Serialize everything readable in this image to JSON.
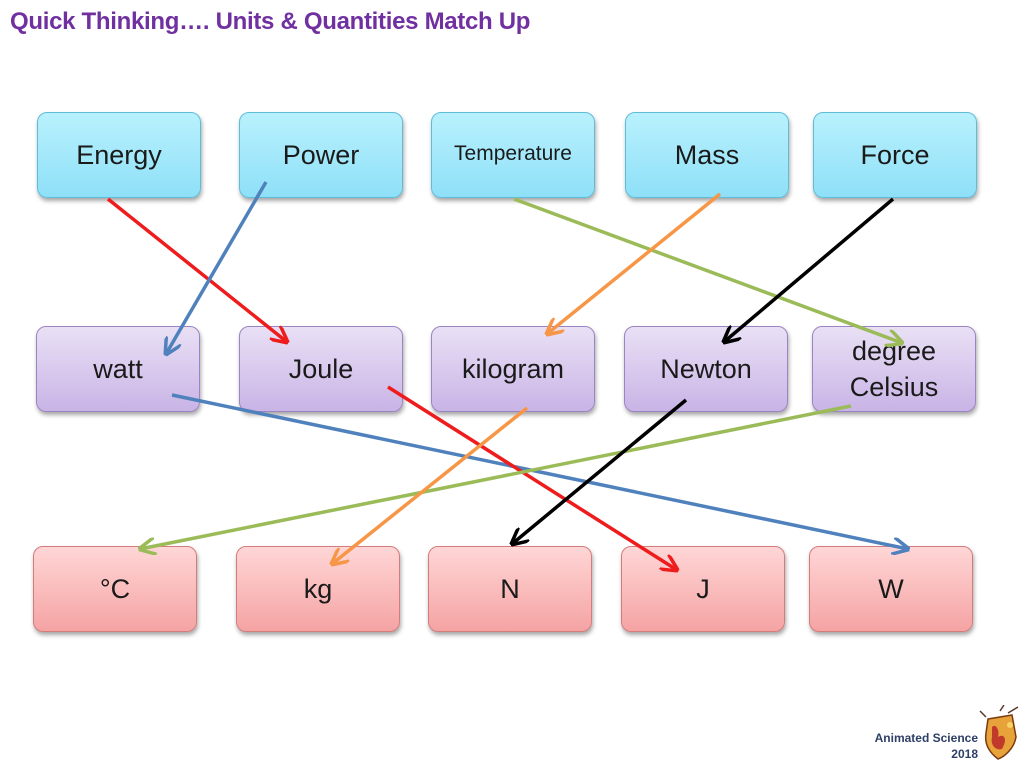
{
  "title": "Quick Thinking…. Units & Quantities Match Up",
  "quantities": [
    "Energy",
    "Power",
    "Temperature",
    "Mass",
    "Force"
  ],
  "units": [
    "watt",
    "Joule",
    "kilogram",
    "Newton",
    "degree Celsius"
  ],
  "symbols": [
    "°C",
    "kg",
    "N",
    "J",
    "W"
  ],
  "colors": {
    "red": "#ee1c1c",
    "blue": "#4f81bd",
    "green": "#9bbb59",
    "orange": "#f79646",
    "black": "#000000"
  },
  "matches": [
    {
      "quantity": "Energy",
      "unit": "Joule",
      "symbol": "J",
      "color": "red"
    },
    {
      "quantity": "Power",
      "unit": "watt",
      "symbol": "W",
      "color": "blue"
    },
    {
      "quantity": "Temperature",
      "unit": "degree Celsius",
      "symbol": "°C",
      "color": "green"
    },
    {
      "quantity": "Mass",
      "unit": "kilogram",
      "symbol": "kg",
      "color": "orange"
    },
    {
      "quantity": "Force",
      "unit": "Newton",
      "symbol": "N",
      "color": "black"
    }
  ],
  "footer": {
    "line1": "Animated Science",
    "line2": "2018"
  },
  "logo_icon": "shield-flame-icon"
}
